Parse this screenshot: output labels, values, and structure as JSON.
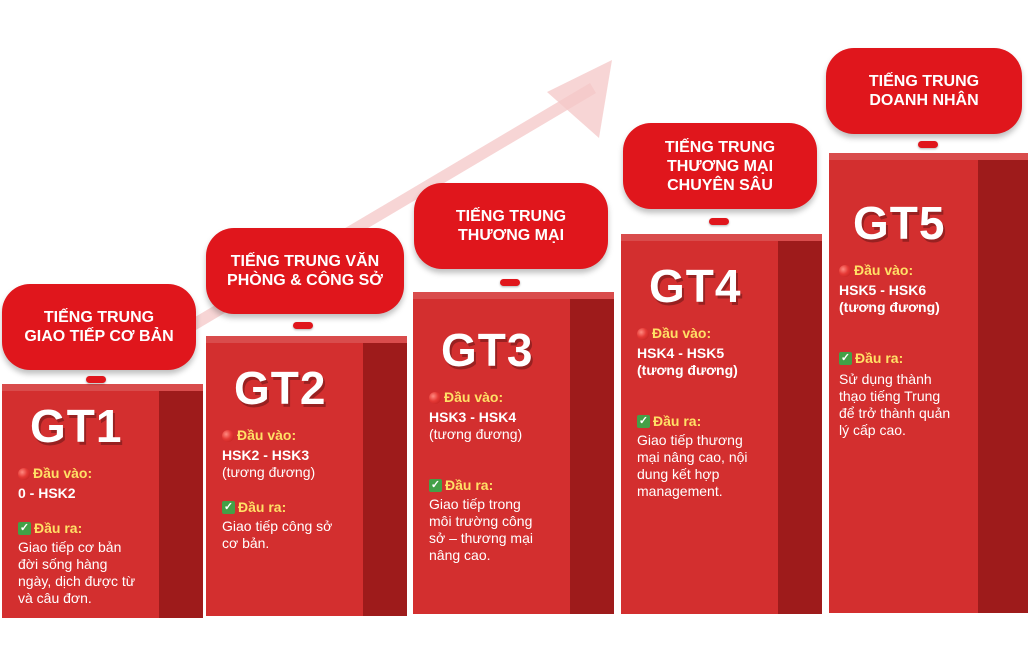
{
  "colors": {
    "block": "#d32f2f",
    "block_side": "#9e1b1b",
    "pill": "#e0161c",
    "arrow": "#f4c7c7",
    "label": "#ffe066"
  },
  "levels": [
    {
      "code": "GT1",
      "title_lines": [
        "TIẾNG TRUNG",
        "GIAO TIẾP CƠ BẢN"
      ],
      "input_label": "Đầu vào:",
      "input_value": "0 - HSK2",
      "output_label": "Đầu ra:",
      "output_lines": [
        "Giao tiếp cơ bản",
        "đời sống hàng",
        "ngày, dịch được từ",
        "và câu đơn."
      ]
    },
    {
      "code": "GT2",
      "title_lines": [
        "TIẾNG TRUNG VĂN",
        "PHÒNG & CÔNG SỞ"
      ],
      "input_label": "Đầu vào:",
      "input_value": "HSK2 - HSK3",
      "input_note": "(tương đương)",
      "output_label": "Đầu ra:",
      "output_lines": [
        "Giao tiếp công sở",
        "cơ bản."
      ]
    },
    {
      "code": "GT3",
      "title_lines": [
        "TIẾNG TRUNG",
        "THƯƠNG MẠI"
      ],
      "input_label": "Đầu vào:",
      "input_value": "HSK3 - HSK4",
      "input_note": "(tương đương)",
      "output_label": "Đầu ra:",
      "output_lines": [
        "Giao tiếp trong",
        "môi trường công",
        "sở – thương mại",
        "nâng cao."
      ]
    },
    {
      "code": "GT4",
      "title_lines": [
        "TIẾNG TRUNG",
        "THƯƠNG MẠI",
        "CHUYÊN SÂU"
      ],
      "input_label": "Đầu vào:",
      "input_value": "HSK4 - HSK5",
      "input_note": "(tương đương)",
      "output_label": "Đầu ra:",
      "output_lines": [
        "Giao tiếp thương",
        "mại nâng cao, nội",
        "dung kết hợp",
        "management."
      ]
    },
    {
      "code": "GT5",
      "title_lines": [
        "TIẾNG TRUNG",
        "DOANH NHÂN"
      ],
      "input_label": "Đầu vào:",
      "input_value": "HSK5 - HSK6",
      "input_note": "(tương đương)",
      "output_label": "Đầu ra:",
      "output_lines": [
        "Sử dụng thành",
        "thạo tiếng Trung",
        "để trở thành quản",
        "lý cấp cao."
      ]
    }
  ]
}
